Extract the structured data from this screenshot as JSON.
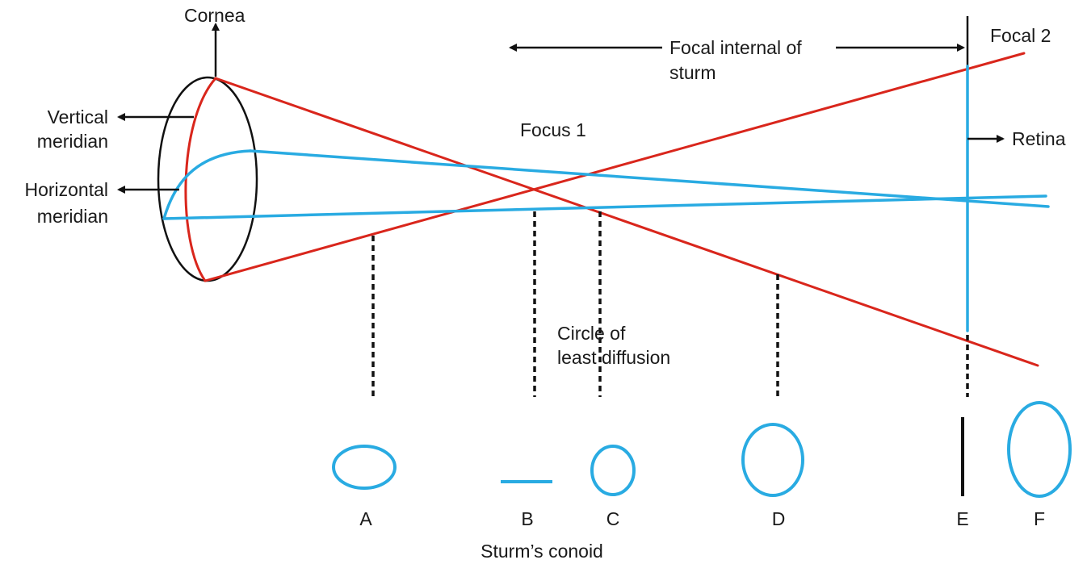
{
  "labels": {
    "cornea": "Cornea",
    "vertical_1": "Vertical",
    "vertical_2": "meridian",
    "horizontal_1": "Horizontal",
    "horizontal_2": "meridian",
    "focal_interval_1": "Focal internal of",
    "focal_interval_2": "sturm",
    "focus1": "Focus 1",
    "focal2": "Focal 2",
    "retina": "Retina",
    "circle_1": "Circle of",
    "circle_2": "least diffusion",
    "caption": "Sturm’s conoid"
  },
  "sections": [
    {
      "letter": "A",
      "shape": "horizontal ellipse"
    },
    {
      "letter": "B",
      "shape": "horizontal line"
    },
    {
      "letter": "C",
      "shape": "small circle"
    },
    {
      "letter": "D",
      "shape": "vertical ellipse"
    },
    {
      "letter": "E",
      "shape": "vertical line"
    },
    {
      "letter": "F",
      "shape": "vertical ellipse"
    }
  ],
  "colors": {
    "vertical_rays": "#d9261c",
    "horizontal_rays": "#29abe2",
    "lines": "#111111"
  }
}
